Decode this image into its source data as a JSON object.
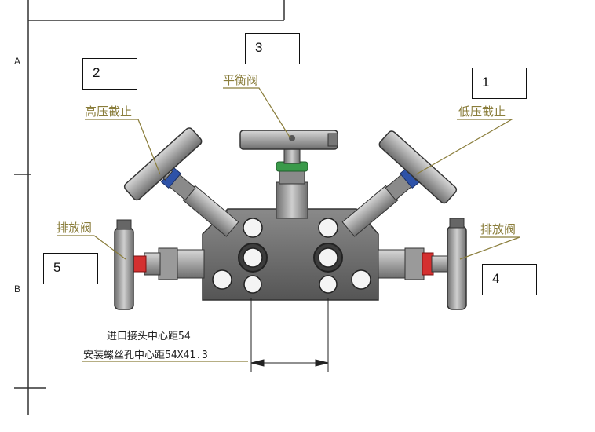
{
  "row_labels": {
    "a": "A",
    "b": "B"
  },
  "callouts": {
    "c1": {
      "number": "1",
      "label": "低压截止"
    },
    "c2": {
      "number": "2",
      "label": "高压截止"
    },
    "c3": {
      "number": "3",
      "label": "平衡阀"
    },
    "c4": {
      "number": "4",
      "label": "排放阀"
    },
    "c5": {
      "number": "5",
      "label": "排放阀"
    }
  },
  "dimension_note": {
    "line1": "进口接头中心距54",
    "line2": "安装螺丝孔中心距54X41.3"
  }
}
